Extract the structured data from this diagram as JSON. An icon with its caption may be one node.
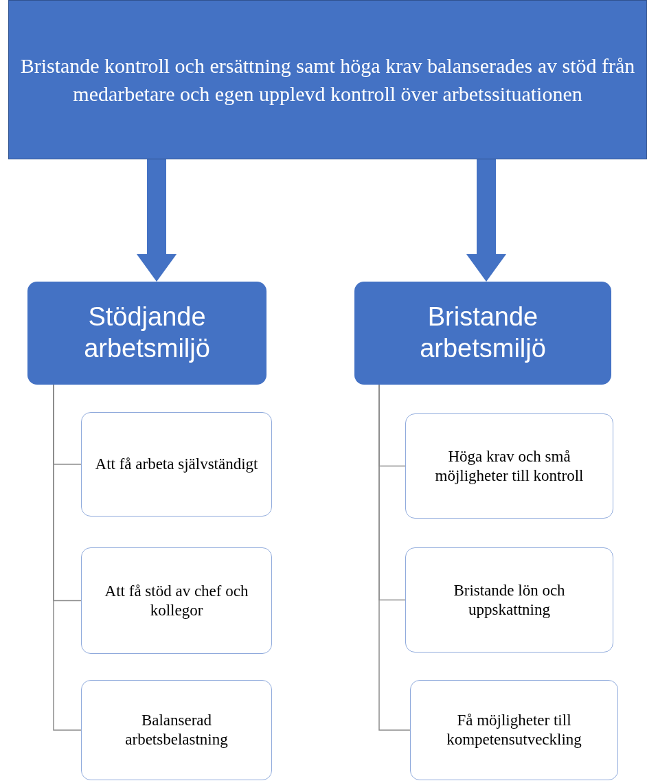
{
  "diagram": {
    "nodes": [
      {
        "text": [
          "Bristande kontroll och ersättning samt höga krav balanserades av stöd från medarbetare och egen upplevd kontroll över arbetssituationen"
        ]
      },
      {
        "text": [
          "Stödjande arbetsmiljö"
        ]
      },
      {
        "text": [
          "Att få arbeta självständigt"
        ]
      },
      {
        "text": [
          "Att få stöd av chef och kollegor"
        ]
      },
      {
        "text": [
          "Balanserad arbetsbelastning"
        ]
      },
      {
        "text": [
          "Bristande arbetsmiljö"
        ]
      },
      {
        "text": [
          "Höga krav och små möjligheter till kontroll"
        ]
      },
      {
        "text": [
          "Bristande lön och uppskattning"
        ]
      },
      {
        "text": [
          "Få möjligheter till kompetensutveckling"
        ]
      }
    ],
    "edges": [
      {
        "from": 0,
        "to": 1,
        "arrow": "to",
        "style": "thick",
        "color": "#4472c4"
      },
      {
        "from": 0,
        "to": 5,
        "arrow": "to",
        "style": "thick",
        "color": "#4472c4"
      },
      {
        "from": 1,
        "to": 2,
        "arrow": "none"
      },
      {
        "from": 1,
        "to": 3,
        "arrow": "none"
      },
      {
        "from": 1,
        "to": 4,
        "arrow": "none"
      },
      {
        "from": 5,
        "to": 6,
        "arrow": "none"
      },
      {
        "from": 5,
        "to": 7,
        "arrow": "none"
      },
      {
        "from": 5,
        "to": 8,
        "arrow": "none"
      }
    ]
  }
}
